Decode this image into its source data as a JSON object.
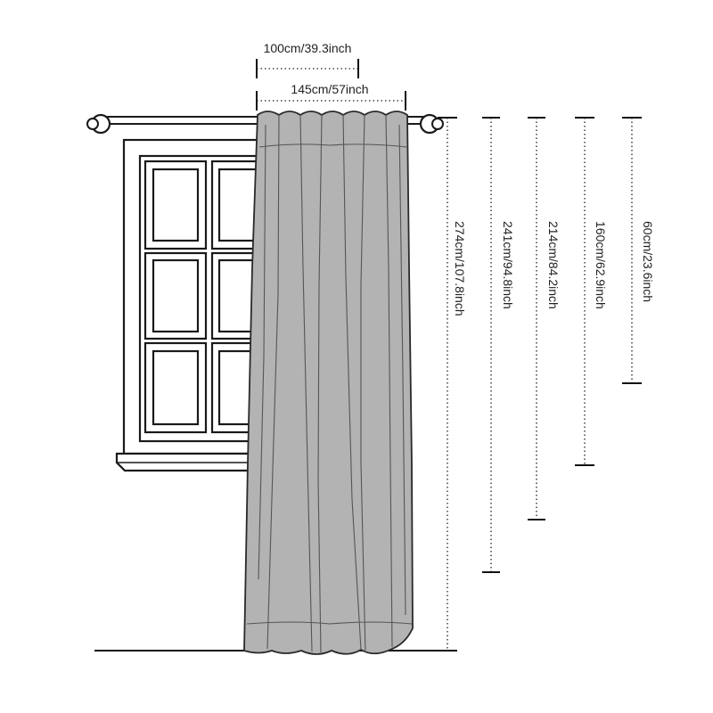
{
  "width_labels": {
    "rod_width": "100cm/39.3inch",
    "curtain_width": "145cm/57inch"
  },
  "length_labels": [
    "274cm/107.8inch",
    "241cm/94.8inch",
    "214cm/84.2inch",
    "160cm/62.9inch",
    "60cm/23.6inch"
  ],
  "colors": {
    "curtain_fill": "#b3b3b3",
    "line": "#1a1a1a",
    "background": "#ffffff"
  }
}
